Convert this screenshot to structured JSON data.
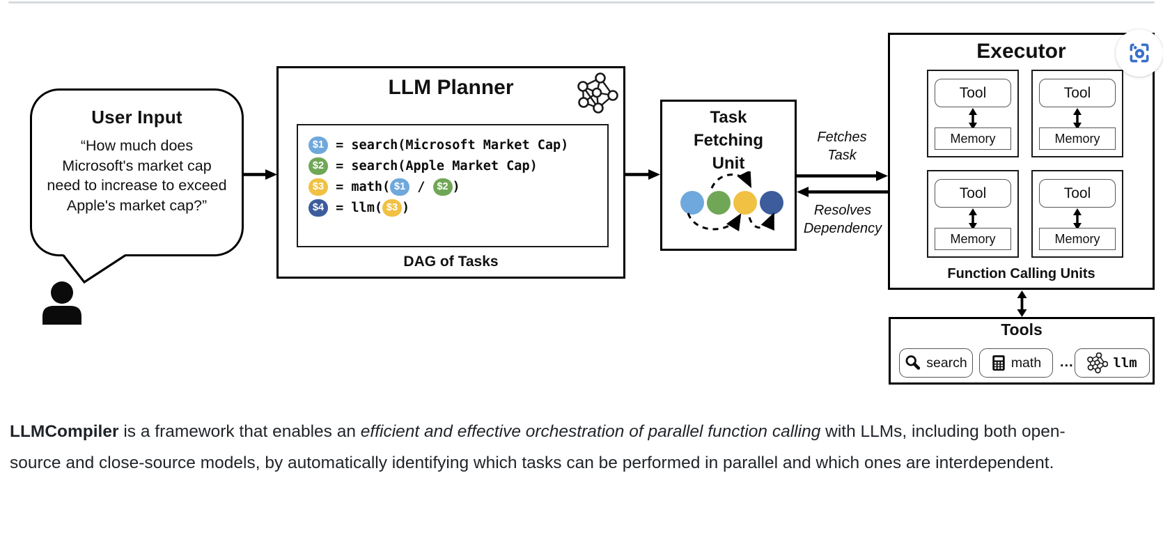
{
  "user_input": {
    "title": "User Input",
    "quote_lines": [
      "“How much does",
      "Microsoft's market cap",
      "need to increase to exceed",
      "Apple's market cap?”"
    ],
    "icon": "person-icon"
  },
  "planner": {
    "title": "LLM Planner",
    "icon": "neural-network-icon",
    "caption": "DAG of Tasks",
    "code_lines": [
      [
        {
          "badge": "$1",
          "color": "task1"
        },
        {
          "text": " = search(Microsoft Market Cap)"
        }
      ],
      [
        {
          "badge": "$2",
          "color": "task2"
        },
        {
          "text": " = search(Apple Market Cap)"
        }
      ],
      [
        {
          "badge": "$3",
          "color": "task3"
        },
        {
          "text": " = math("
        },
        {
          "badge": "$1",
          "color": "task1"
        },
        {
          "text": " / "
        },
        {
          "badge": "$2",
          "color": "task2"
        },
        {
          "text": ")"
        }
      ],
      [
        {
          "badge": "$4",
          "color": "task4"
        },
        {
          "text": " = llm("
        },
        {
          "badge": "$3",
          "color": "task3"
        },
        {
          "text": ")"
        }
      ]
    ]
  },
  "task_fetching": {
    "title_lines": [
      "Task",
      "Fetching",
      "Unit"
    ],
    "circle_colors": [
      "task1",
      "task2",
      "task3",
      "task4"
    ]
  },
  "flow": {
    "fetches_lines": [
      "Fetches",
      "Task"
    ],
    "resolves_lines": [
      "Resolves",
      "Dependency"
    ]
  },
  "executor": {
    "title": "Executor",
    "caption": "Function Calling Units",
    "units": [
      {
        "tool": "Tool",
        "memory": "Memory"
      },
      {
        "tool": "Tool",
        "memory": "Memory"
      },
      {
        "tool": "Tool",
        "memory": "Memory"
      },
      {
        "tool": "Tool",
        "memory": "Memory"
      }
    ]
  },
  "tools": {
    "title": "Tools",
    "ellipsis": "...",
    "items": [
      {
        "label": "search",
        "icon": "magnifier-icon"
      },
      {
        "label": "math",
        "icon": "calculator-icon"
      },
      {
        "label": "llm",
        "icon": "neural-network-icon"
      }
    ]
  },
  "lens_button": {
    "icon": "lens-scan-icon"
  },
  "paragraph": {
    "segments": [
      {
        "text": "LLMCompiler",
        "style": "bold"
      },
      {
        "text": " is a framework that enables an ",
        "style": "normal"
      },
      {
        "text": "efficient and effective orchestration of parallel function calling",
        "style": "italic"
      },
      {
        "text": " with LLMs, including both open-source and close-source models, by automatically identifying which tasks can be performed in parallel and which ones are interdependent.",
        "style": "normal"
      }
    ]
  },
  "colors": {
    "task1": "#6FA8DC",
    "task2": "#70A757",
    "task3": "#F0C143",
    "task4": "#3D5C9C",
    "lens_blue": "#3B6FC7",
    "divider": "#D6DBE0",
    "text": "#1F2328"
  }
}
